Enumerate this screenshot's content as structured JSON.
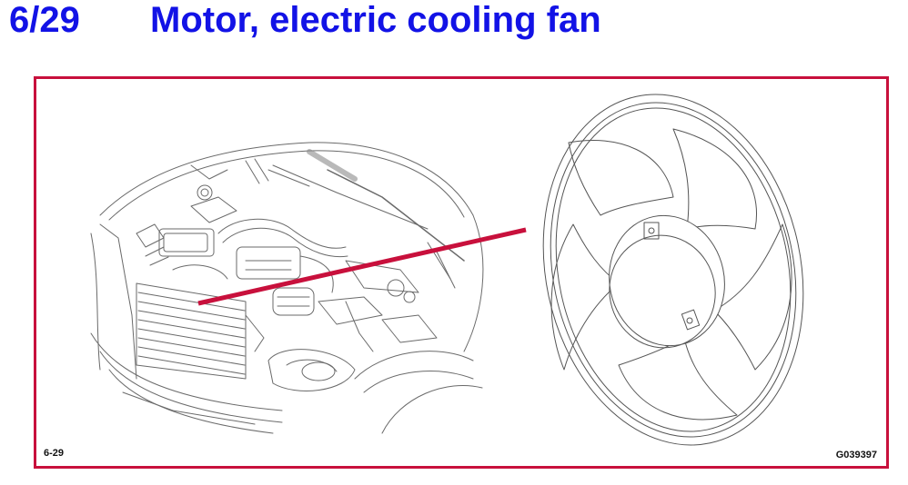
{
  "header": {
    "section_number": "6/29",
    "title": "Motor, electric cooling fan"
  },
  "figure": {
    "figure_label": "6-29",
    "drawing_code": "G039397"
  },
  "colors": {
    "title_blue": "#1212e6",
    "frame_red": "#c8103c",
    "line_gray": "#555555"
  }
}
